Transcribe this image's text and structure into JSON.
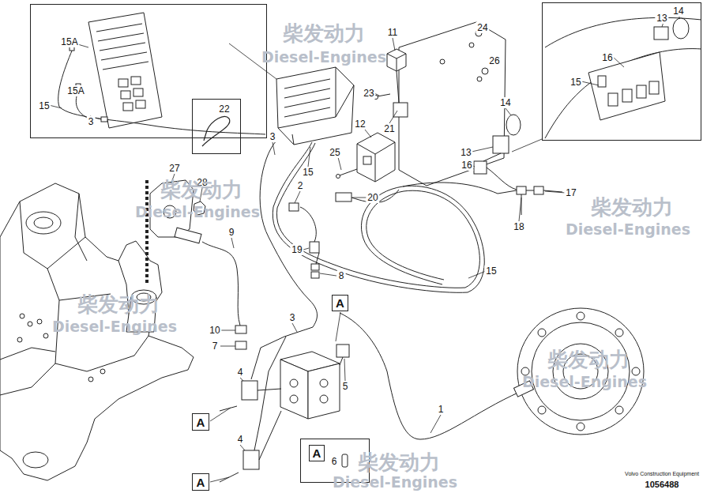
{
  "diagram": {
    "nodes": [
      {
        "text": [
          "15A",
          "15A",
          "15",
          "3"
        ]
      },
      {
        "text": [
          "13",
          "14",
          "16",
          "15"
        ]
      },
      {
        "text": [
          "22"
        ]
      },
      {
        "text": [
          "A"
        ]
      },
      {
        "text": [
          "A"
        ]
      },
      {
        "text": [
          "6"
        ]
      },
      {
        "text": [
          "A"
        ],
        "in": 5
      },
      {
        "text": [
          "A"
        ]
      }
    ],
    "labels": [
      "11",
      "24",
      "26",
      "23",
      "12",
      "21",
      "14",
      "13",
      "3",
      "25",
      "16",
      "15",
      "2",
      "17",
      "20",
      "27",
      "28",
      "18",
      "9",
      "19",
      "15",
      "8",
      "3",
      "10",
      "7",
      "4",
      "5",
      "1",
      "4",
      "Volvo Construction Equipment",
      "1056488",
      "柴发动力",
      "Diesel-Engines",
      "柴发动力",
      "Diesel-Engines",
      "柴发动力",
      "Diesel-Engines",
      "柴发动力",
      "Diesel-Engines",
      "柴发动力",
      "Diesel-Engines",
      "柴发动力",
      "Diesel-Engines"
    ]
  }
}
